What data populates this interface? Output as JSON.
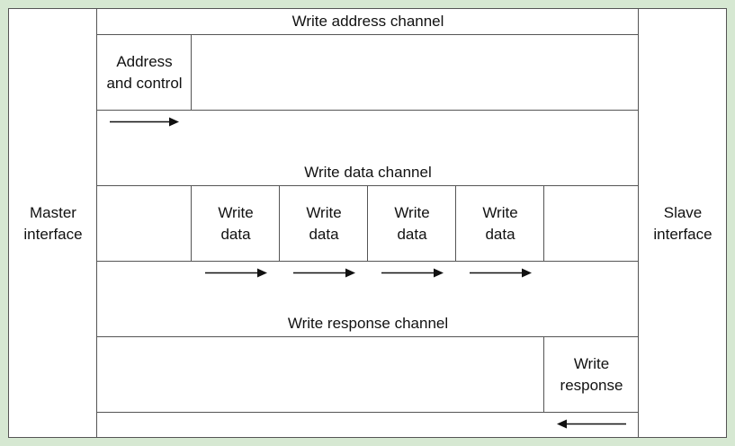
{
  "master": {
    "line1": "Master",
    "line2": "interface"
  },
  "slave": {
    "line1": "Slave",
    "line2": "interface"
  },
  "write_address_channel": {
    "title": "Write address channel",
    "cell": {
      "line1": "Address",
      "line2": "and control"
    }
  },
  "write_data_channel": {
    "title": "Write data channel",
    "cells": [
      {
        "line1": "Write",
        "line2": "data"
      },
      {
        "line1": "Write",
        "line2": "data"
      },
      {
        "line1": "Write",
        "line2": "data"
      },
      {
        "line1": "Write",
        "line2": "data"
      }
    ]
  },
  "write_response_channel": {
    "title": "Write response channel",
    "cell": {
      "line1": "Write",
      "line2": "response"
    }
  },
  "colors": {
    "background": "#d6e8d2",
    "panel": "#ffffff",
    "stroke": "#555555"
  }
}
